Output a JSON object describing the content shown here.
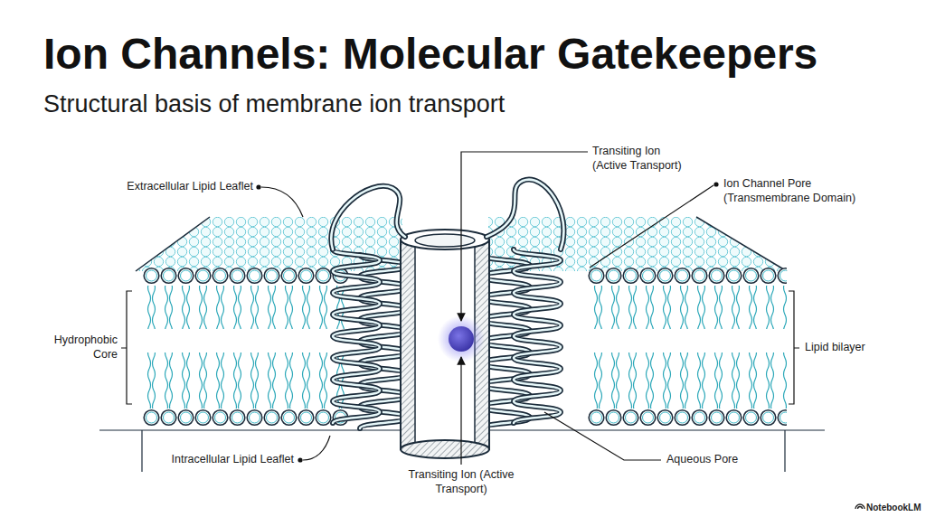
{
  "diagram": {
    "title": "Ion Channels: Molecular Gatekeepers",
    "caption": "Structural basis of membrane ion transport",
    "labels": [
      "Transiting Ion (Active Transport)",
      "Extracellular Lipid Leaflet",
      "Ion Channel Pore (Transmembrane Domain)",
      "Hydrophobic Core",
      "Lipid bilayer",
      "Intracellular Lipid Leaflet",
      "Aqueous Pore",
      "Transiting Ion (Active Transport)",
      "NotebookLM"
    ]
  }
}
